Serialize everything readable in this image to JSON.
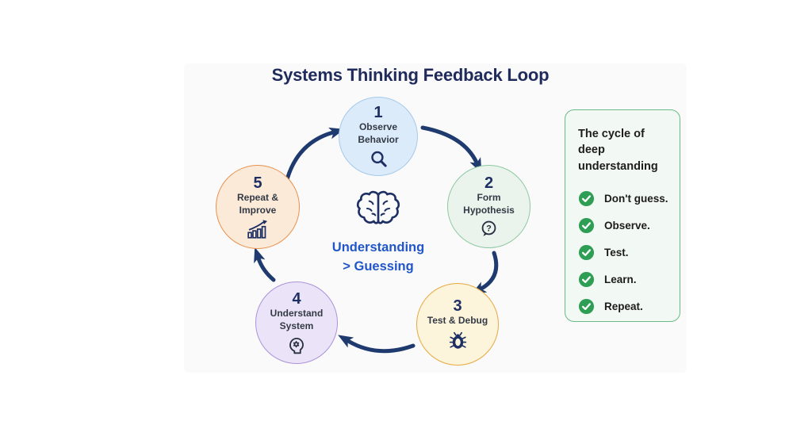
{
  "title": "Systems Thinking Feedback Loop",
  "center": {
    "icon": "brain-icon",
    "line1": "Understanding",
    "line2": "> Guessing"
  },
  "nodes": [
    {
      "number": "1",
      "label1": "Observe",
      "label2": "Behavior",
      "icon": "magnifier-icon"
    },
    {
      "number": "2",
      "label1": "Form",
      "label2": "Hypothesis",
      "icon": "question-bubble-icon"
    },
    {
      "number": "3",
      "label1": "Test & Debug",
      "icon": "bug-icon"
    },
    {
      "number": "4",
      "label1": "Understand",
      "label2": "System",
      "icon": "head-gear-icon"
    },
    {
      "number": "5",
      "label1": "Repeat &",
      "label2": "Improve",
      "icon": "growth-chart-icon"
    }
  ],
  "flow": [
    "1->2",
    "2->3",
    "3->4",
    "4->5",
    "5->1"
  ],
  "panel": {
    "title": "The cycle of deep understanding",
    "items": [
      {
        "icon": "check-icon",
        "label": "Don't guess."
      },
      {
        "icon": "check-icon",
        "label": "Observe."
      },
      {
        "icon": "check-icon",
        "label": "Test."
      },
      {
        "icon": "check-icon",
        "label": "Learn."
      },
      {
        "icon": "check-icon",
        "label": "Repeat."
      }
    ]
  },
  "colors": {
    "title_navy": "#1f2b5b",
    "arrow_navy": "#1e3a6e",
    "center_blue": "#2156c8",
    "node1_fill": "#dcebfa",
    "node1_border": "#a5c8ec",
    "node2_fill": "#eaf4ed",
    "node2_border": "#8fc8a2",
    "node3_fill": "#fdf4dc",
    "node3_border": "#e7a93e",
    "node4_fill": "#ebe4f8",
    "node4_border": "#ab92da",
    "node5_fill": "#fcead9",
    "node5_border": "#e8914e",
    "panel_fill": "#f2f8f3",
    "panel_border": "#6cb985",
    "check_green": "#2f9e55"
  }
}
